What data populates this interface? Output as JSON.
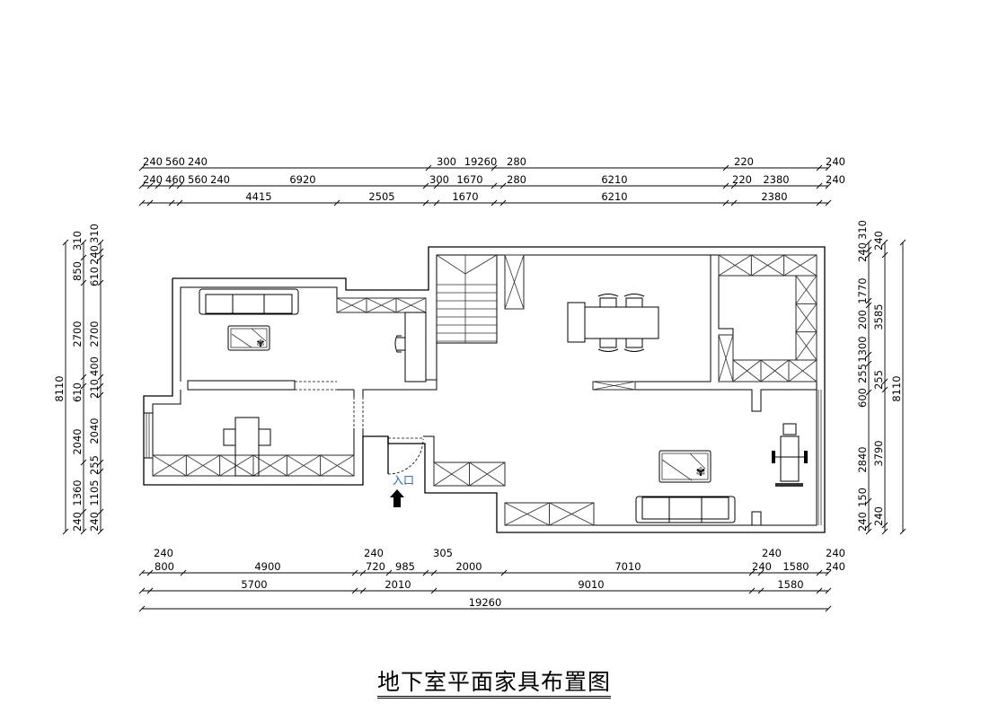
{
  "title": "地下室平面家具布置图",
  "entrance_label": "入口",
  "dimensions": {
    "top_row1": [
      "240",
      "560",
      "240",
      "300",
      "19260",
      "280",
      "220",
      "240"
    ],
    "top_row2": [
      "240",
      "460",
      "560",
      "240",
      "6920",
      "300",
      "1670",
      "280",
      "6210",
      "220",
      "2380",
      "240"
    ],
    "top_row3": [
      "4415",
      "2505",
      "1670",
      "6210",
      "2380"
    ],
    "left_col1": [
      "8110"
    ],
    "left_col2": [
      "310",
      "850",
      "2700",
      "610",
      "2040",
      "1360",
      "240"
    ],
    "left_col3": [
      "310",
      "240",
      "610",
      "2700",
      "400",
      "210",
      "2040",
      "255",
      "1105",
      "240"
    ],
    "right_col1": [
      "310",
      "240",
      "1770",
      "200",
      "1300",
      "255",
      "600",
      "2840",
      "150",
      "240"
    ],
    "right_col2": [
      "240",
      "3585",
      "255",
      "3790",
      "240"
    ],
    "right_col3": [
      "8110"
    ],
    "bottom_row1": [
      "240",
      "800",
      "4900",
      "240",
      "720",
      "985",
      "305",
      "2000",
      "7010",
      "240",
      "240",
      "1580",
      "240",
      "240"
    ],
    "bottom_row2": [
      "5700",
      "2010",
      "9010",
      "1580"
    ],
    "bottom_row3": [
      "19260"
    ]
  }
}
